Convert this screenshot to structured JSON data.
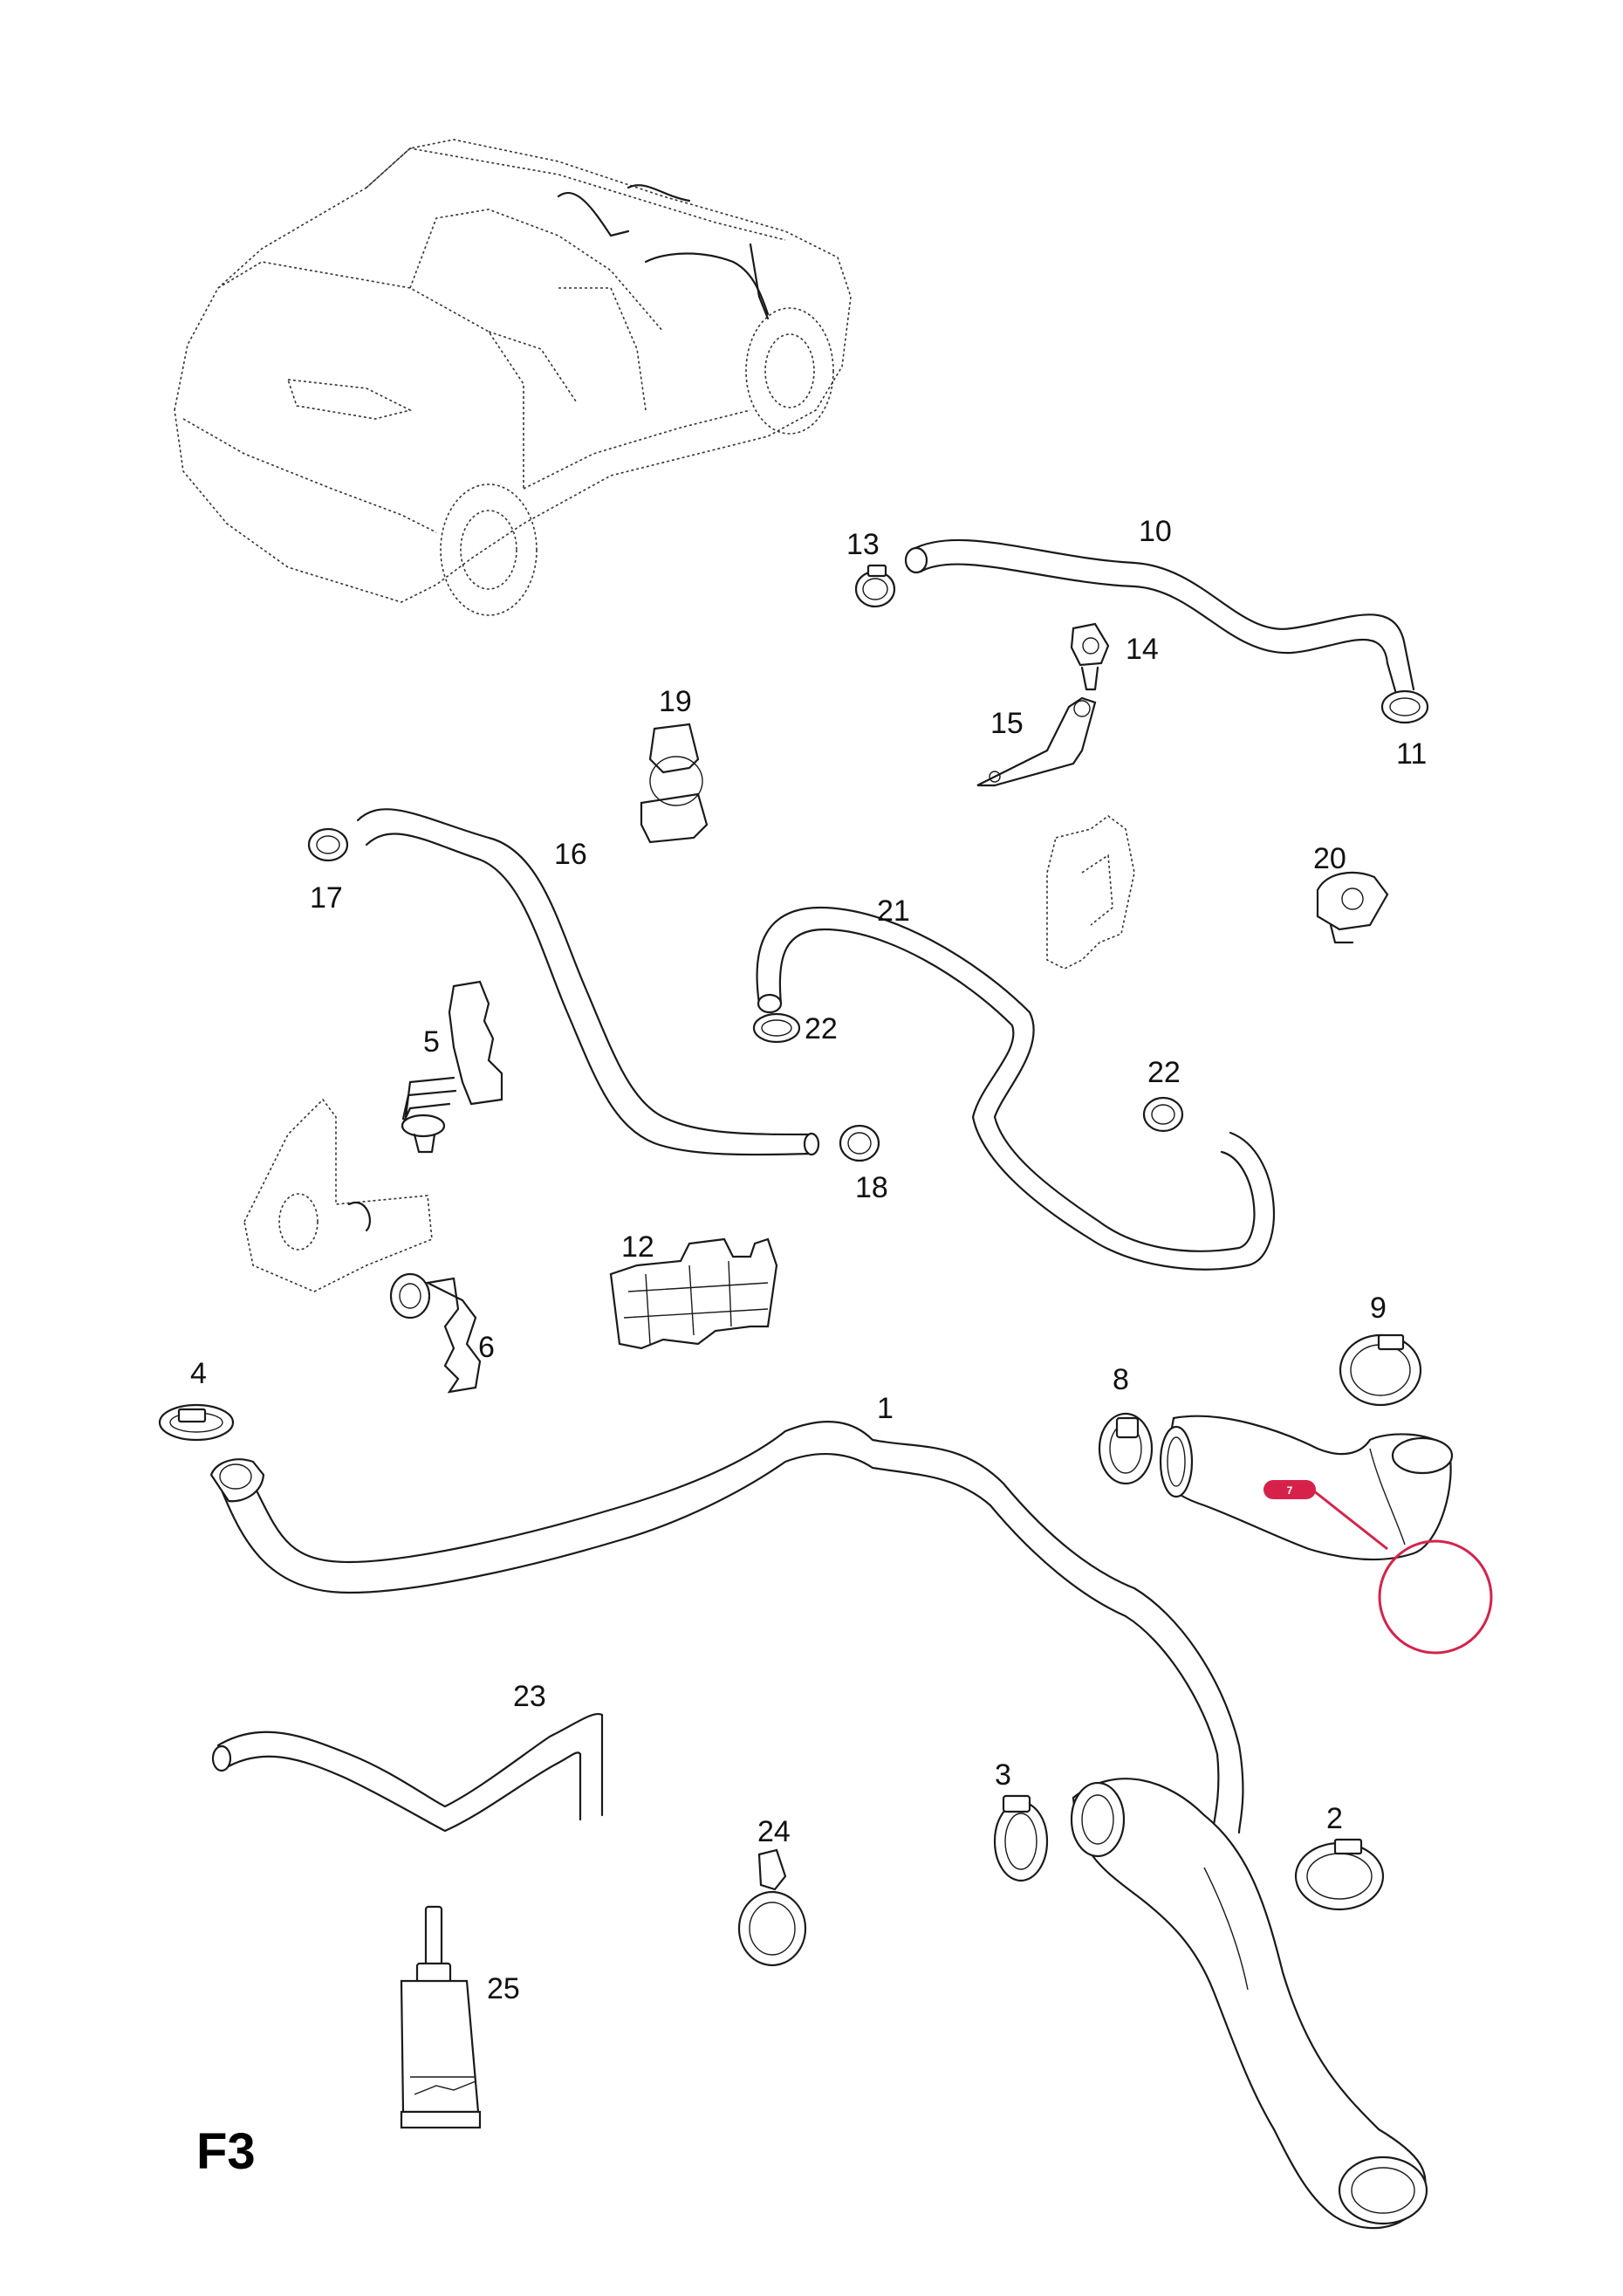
{
  "sheet_label": "F3",
  "part_labels": {
    "p1": "1",
    "p2": "2",
    "p3": "3",
    "p4": "4",
    "p5": "5",
    "p6": "6",
    "p8": "8",
    "p9": "9",
    "p10": "10",
    "p11": "11",
    "p12": "12",
    "p13": "13",
    "p14": "14",
    "p15": "15",
    "p16": "16",
    "p17": "17",
    "p18": "18",
    "p19": "19",
    "p20": "20",
    "p21": "21",
    "p22a": "22",
    "p22b": "22",
    "p23": "23",
    "p24": "24",
    "p25": "25"
  },
  "highlight": {
    "pin_label": "7",
    "color": "#d6224b"
  }
}
